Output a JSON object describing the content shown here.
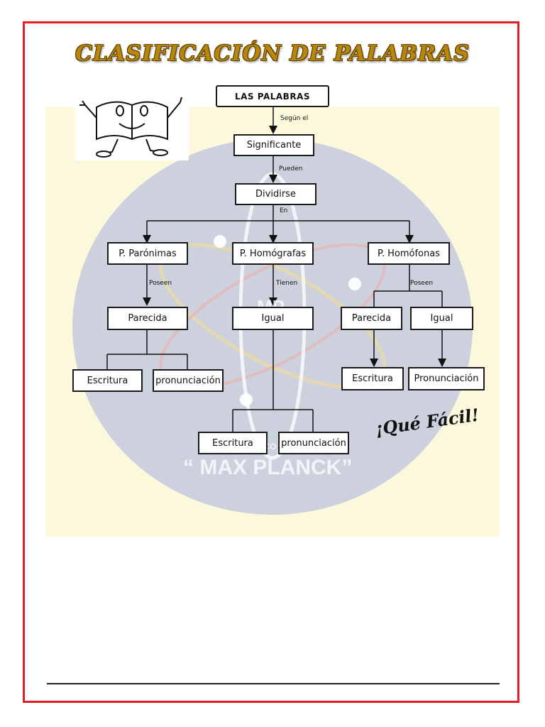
{
  "title": "CLASIFICACIÓN DE PALABRAS",
  "watermark": {
    "logo": "MP",
    "institution": "IEP. CIENTÍFICO TECNOLÓGICO",
    "name": "“ MAX PLANCK”"
  },
  "tagline": "¡Qué Fácil!",
  "nodes": {
    "root": "LAS PALABRAS",
    "significante": "Significante",
    "dividirse": "Dividirse",
    "paronimas": "P. Parónimas",
    "homografas": "P. Homógrafas",
    "homofonas": "P. Homófonas",
    "paronimas_parecida": "Parecida",
    "paronimas_escritura": "Escritura",
    "paronimas_pronunciacion": "pronunciación",
    "homografas_igual": "Igual",
    "homografas_escritura": "Escritura",
    "homografas_pronunciacion": "pronunciación",
    "homofonas_parecida": "Parecida",
    "homofonas_igual": "Igual",
    "homofonas_escritura": "Escritura",
    "homofonas_pronunciacion": "Pronunciación"
  },
  "edge_labels": {
    "segun": "Según el",
    "pueden": "Pueden",
    "en": "En",
    "poseen_paronimas": "Poseen",
    "tienen": "Tienen",
    "poseen_homofonas": "Poseen"
  },
  "colors": {
    "frame": "#e31e24",
    "title": "#b8860b",
    "panel": "#fbf8dc",
    "watermark_circle": "#cdd1de"
  },
  "icons": {
    "mascot": "book-mascot-icon"
  }
}
